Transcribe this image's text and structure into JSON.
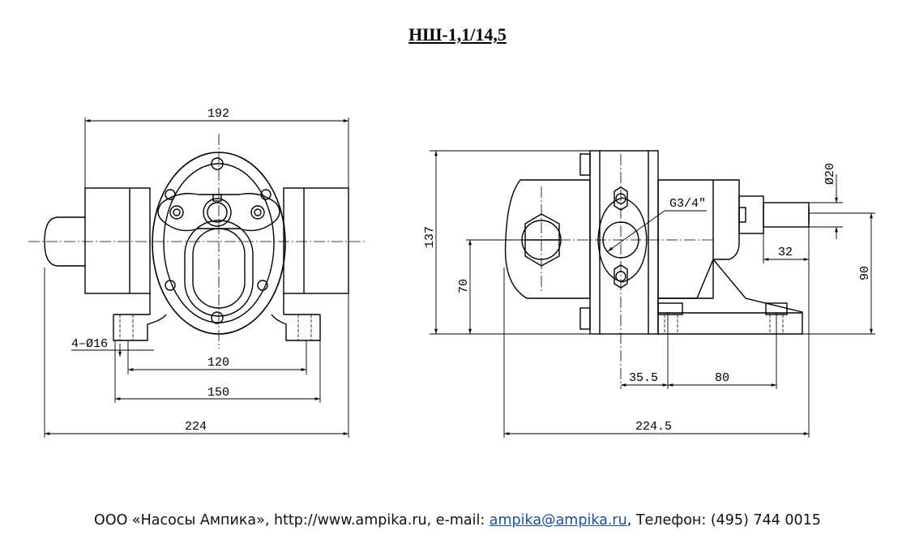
{
  "title": "НШ-1,1/14,5",
  "dimensions": {
    "front": {
      "width_top": "192",
      "holes": "4–Ø16",
      "bolt_spacing_inner": "120",
      "bolt_spacing_outer": "150",
      "overall_width": "224"
    },
    "side": {
      "height_total": "137",
      "height_axis": "70",
      "port_thread": "G3/4\"",
      "shaft_diameter": "Ø20",
      "shaft_length": "32",
      "shaft_height": "90",
      "offset_axis": "35.5",
      "base_spacing": "80",
      "overall_length": "224.5"
    }
  },
  "footer": {
    "company": "ООО «Насосы Ампика», http://www.ampika.ru, e-mail: ",
    "email": "ampika@ampika.ru",
    "phone": ", Телефон: (495) 744 0015"
  }
}
